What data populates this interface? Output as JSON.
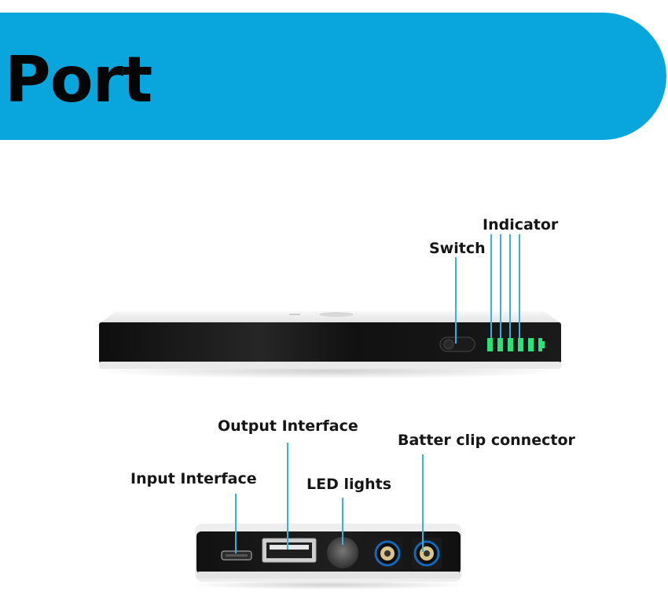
{
  "banner": {
    "title": "Port",
    "color": "#08a6dc"
  },
  "device_top": {
    "labels": {
      "indicator": "Indicator",
      "switch": "Switch"
    },
    "indicator_color": "#2be27a",
    "leader_color": "#3ab0de"
  },
  "device_side": {
    "labels": {
      "output": "Output Interface",
      "input": "Input Interface",
      "led": "LED lights",
      "clip": "Batter clip connector"
    }
  }
}
